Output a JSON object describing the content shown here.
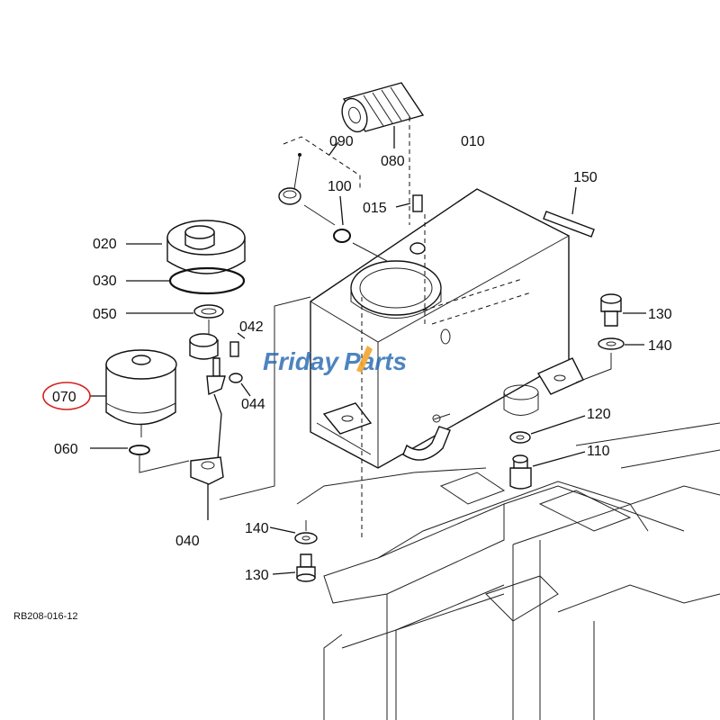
{
  "diagram": {
    "callouts": {
      "p010": "010",
      "p015": "015",
      "p020": "020",
      "p030": "030",
      "p040": "040",
      "p042": "042",
      "p044": "044",
      "p050": "050",
      "p060": "060",
      "p070": "070",
      "p080": "080",
      "p090": "090",
      "p100": "100",
      "p110": "110",
      "p120": "120",
      "p130a": "130",
      "p130b": "130",
      "p140a": "140",
      "p140b": "140",
      "p150": "150"
    },
    "highlighted_callout": "070",
    "highlight_color": "#d42020",
    "drawing_code": "RB208-016-12"
  },
  "watermark": {
    "part1": "Friday",
    "part2": "Parts",
    "colors": {
      "primary": "#2f6fb5",
      "accent": "#f0a020"
    }
  }
}
